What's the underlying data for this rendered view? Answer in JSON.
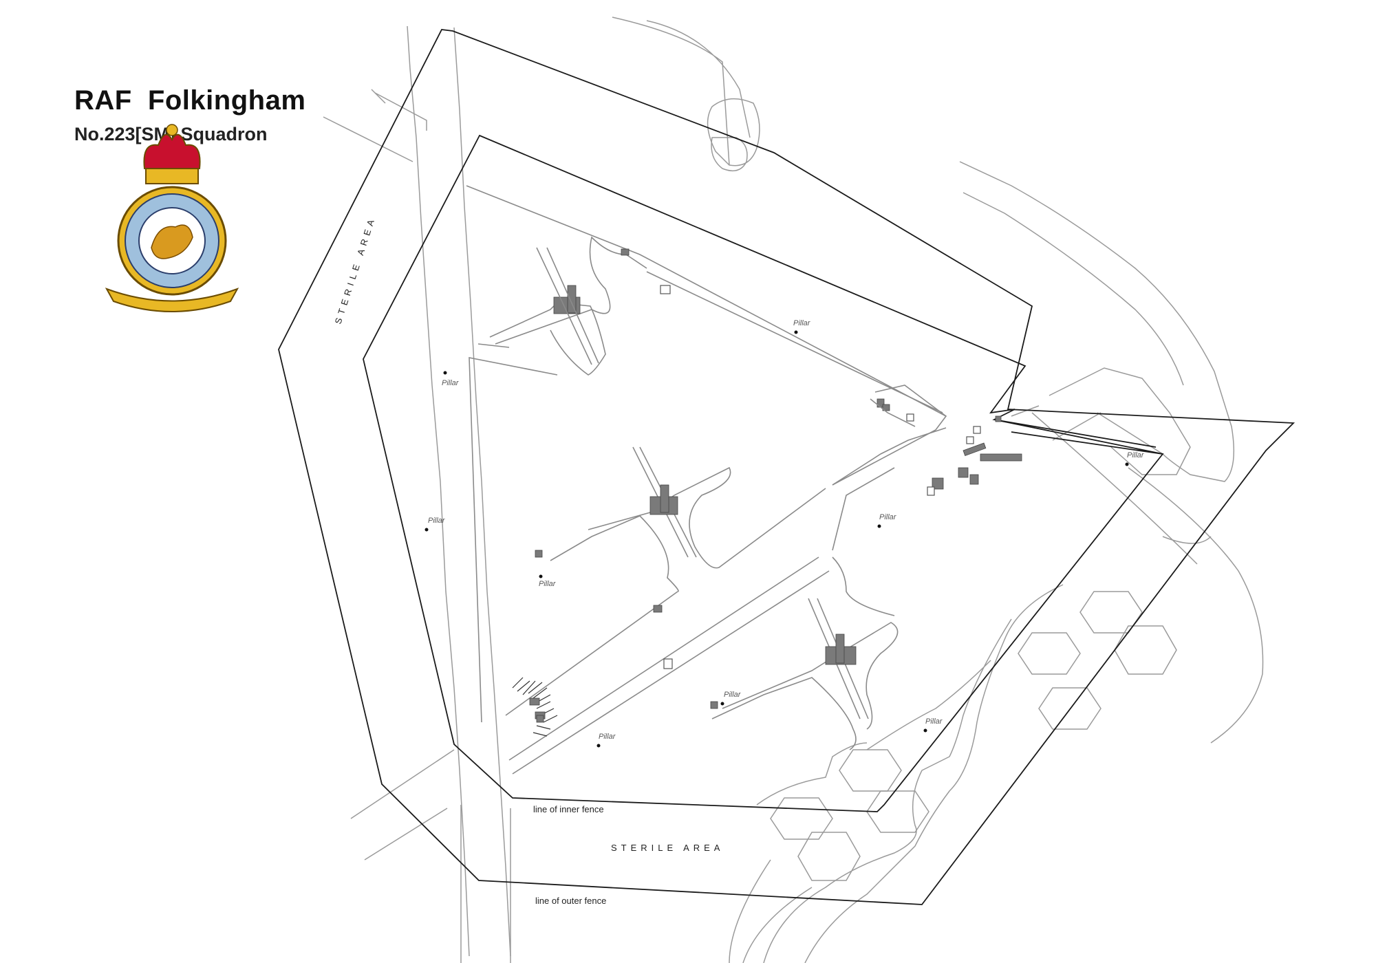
{
  "header": {
    "title": "RAF  Folkingham",
    "subtitle": "No.223[SM] Squadron"
  },
  "badge": {
    "icon": "squadron-crest-icon",
    "colors": {
      "crown": "#c8102e",
      "gold": "#e8b825",
      "ring": "#9fc0dd",
      "inner": "#ffffff"
    }
  },
  "labels": {
    "sterile_area_left": "STERILE AREA",
    "sterile_area_bottom": "STERILE AREA",
    "inner_fence": "line of inner fence",
    "outer_fence": "line of outer fence",
    "pillar": "Pillar"
  },
  "pillars_count_note": "",
  "colors": {
    "line": "#8a8a8a",
    "fence": "#1a1a1a",
    "building": "#7a7a7a"
  }
}
